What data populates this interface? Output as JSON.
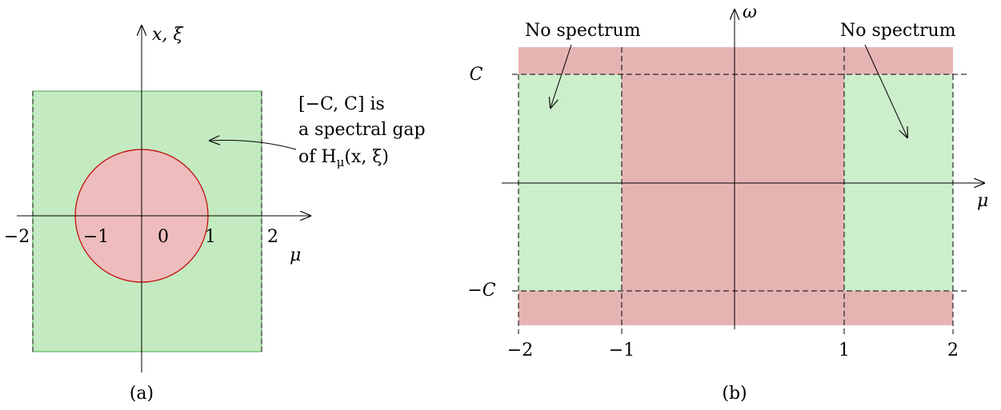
{
  "panel_a": {
    "caption": "(a)",
    "axis_vertical_label": "x, ξ",
    "axis_horizontal_label": "μ",
    "ticks": [
      "−2",
      "−1",
      "0",
      "1",
      "2"
    ],
    "annotation_lines": [
      "[−C, C] is",
      "a spectral gap",
      "of H",
      "μ",
      "(x, ξ)"
    ]
  },
  "panel_b": {
    "caption": "(b)",
    "axis_vertical_label": "ω",
    "axis_horizontal_label": "μ",
    "level_top": "C",
    "level_bottom": "−C",
    "ticks": [
      "−2",
      "−1",
      "1",
      "2"
    ],
    "note_left": "No spectrum",
    "note_right": "No spectrum"
  },
  "colors": {
    "green_fill": "#c3eac0",
    "green_fill_b": "#cceecb",
    "red_fill": "#e6b3b3",
    "disk_fill": "#eebcbc",
    "disk_stroke": "#c00000"
  }
}
